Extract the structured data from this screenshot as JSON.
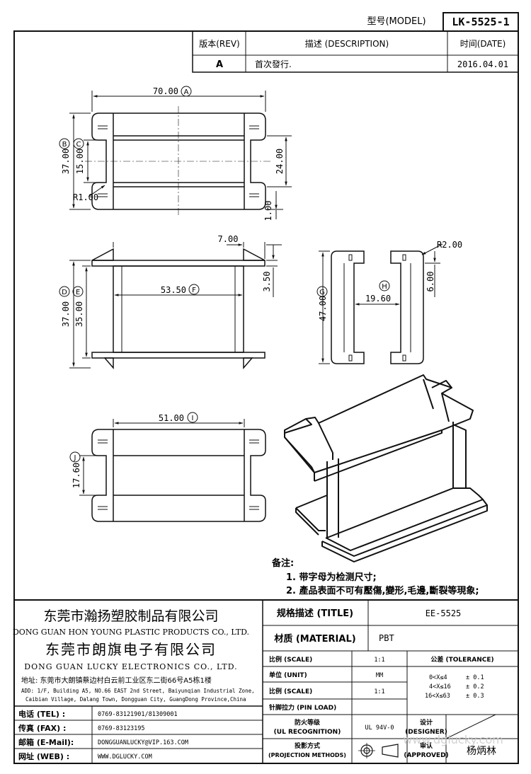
{
  "header": {
    "model_label": "型号(MODEL)",
    "model_value": "LK-5525-1"
  },
  "revision_table": {
    "rev_header": "版本(REV)",
    "desc_header": "描述 (DESCRIPTION)",
    "date_header": "时间(DATE)",
    "rev": "A",
    "description": "首次發行.",
    "date": "2016.04.01"
  },
  "dimensions": {
    "top_width": "70.00",
    "top_width_tag": "A",
    "top_height": "37.00",
    "top_height_tag": "B",
    "top_inner": "15.00",
    "top_inner_tag": "C",
    "top_right_24": "24.00",
    "top_radius": "R1.00",
    "top_bottom_1": "1.00",
    "side_7": "7.00",
    "side_3_5": "3.50",
    "side_37": "37.00",
    "side_37_tag": "D",
    "side_35": "35.00",
    "side_35_tag": "E",
    "side_53_5": "53.50",
    "side_53_5_tag": "F",
    "end_r2": "R2.00",
    "end_47": "47.00",
    "end_47_tag": "G",
    "end_19_6": "19.60",
    "end_19_6_tag": "H",
    "end_6": "6.00",
    "bottom_51": "51.00",
    "bottom_51_tag": "I",
    "bottom_17_6": "17.60",
    "bottom_17_6_tag": "J"
  },
  "notes": {
    "title": "备注:",
    "line1": "1. 带字母为检测尺寸;",
    "line2": "2. 產品表面不可有壓傷,變形,毛邊,斷裂等現象;"
  },
  "title_block": {
    "company1_cn": "东莞市瀚扬塑胶制品有限公司",
    "company1_en": "DONG GUAN HON YOUNG PLASTIC PRODUCTS CO., LTD.",
    "company2_cn": "东莞市朗旗电子有限公司",
    "company2_en": "DONG GUAN LUCKY ELECTRONICS CO., LTD.",
    "address_cn": "地址: 东莞市大朗镇蔡边村白云前工业区东二街66号A5栋1楼",
    "address_en1": "ADD: 1/F, Building A5, NO.66 EAST 2nd Street, Baiyunqian Industrial Zone,",
    "address_en2": "Caibian Village, Dalang Town, Dongguan City, GuangDong Province,China",
    "tel_label": "电话 (TEL) :",
    "tel": "0769-83121901/81309001",
    "fax_label": "传真 (FAX) :",
    "fax": "0769-83123195",
    "email_label": "邮箱 (E-Mail):",
    "email": "DONGGUANLUCKY@VIP.163.COM",
    "web_label": "网址 (WEB) :",
    "web": "WWW.DGLUCKY.COM",
    "title_label": "规格描述 (TITLE)",
    "title_value": "EE-5525",
    "material_label": "材质 (MATERIAL)",
    "material_value": "PBT",
    "scale_label1": "比例 (SCALE)",
    "scale_value1": "1:1",
    "tolerance_label": "公差 (TOLERANCE)",
    "unit_label": "单位 (UNIT)",
    "unit_value": "MM",
    "tol1": "0<X≤4",
    "tol1v": "± 0.1",
    "tol2": "4<X≤16",
    "tol2v": "± 0.2",
    "tol3": "16<X≤63",
    "tol3v": "± 0.3",
    "scale_label2": "比例 (SCALE)",
    "scale_value2": "1:1",
    "pin_label": "针脚拉力 (PIN LOAD)",
    "ul_label1": "防火等级",
    "ul_label2": "(UL RECOGNITION)",
    "ul_value": "UL 94V-0",
    "designer_label1": "设计",
    "designer_label2": "(DESIGNER)",
    "proj_label1": "投影方式",
    "proj_label2": "(PROJECTION METHODS)",
    "approved_label1": "审认",
    "approved_label2": "(APPROVED)",
    "approved_value": "杨炳林",
    "watermark": "www.dglucky.com"
  }
}
